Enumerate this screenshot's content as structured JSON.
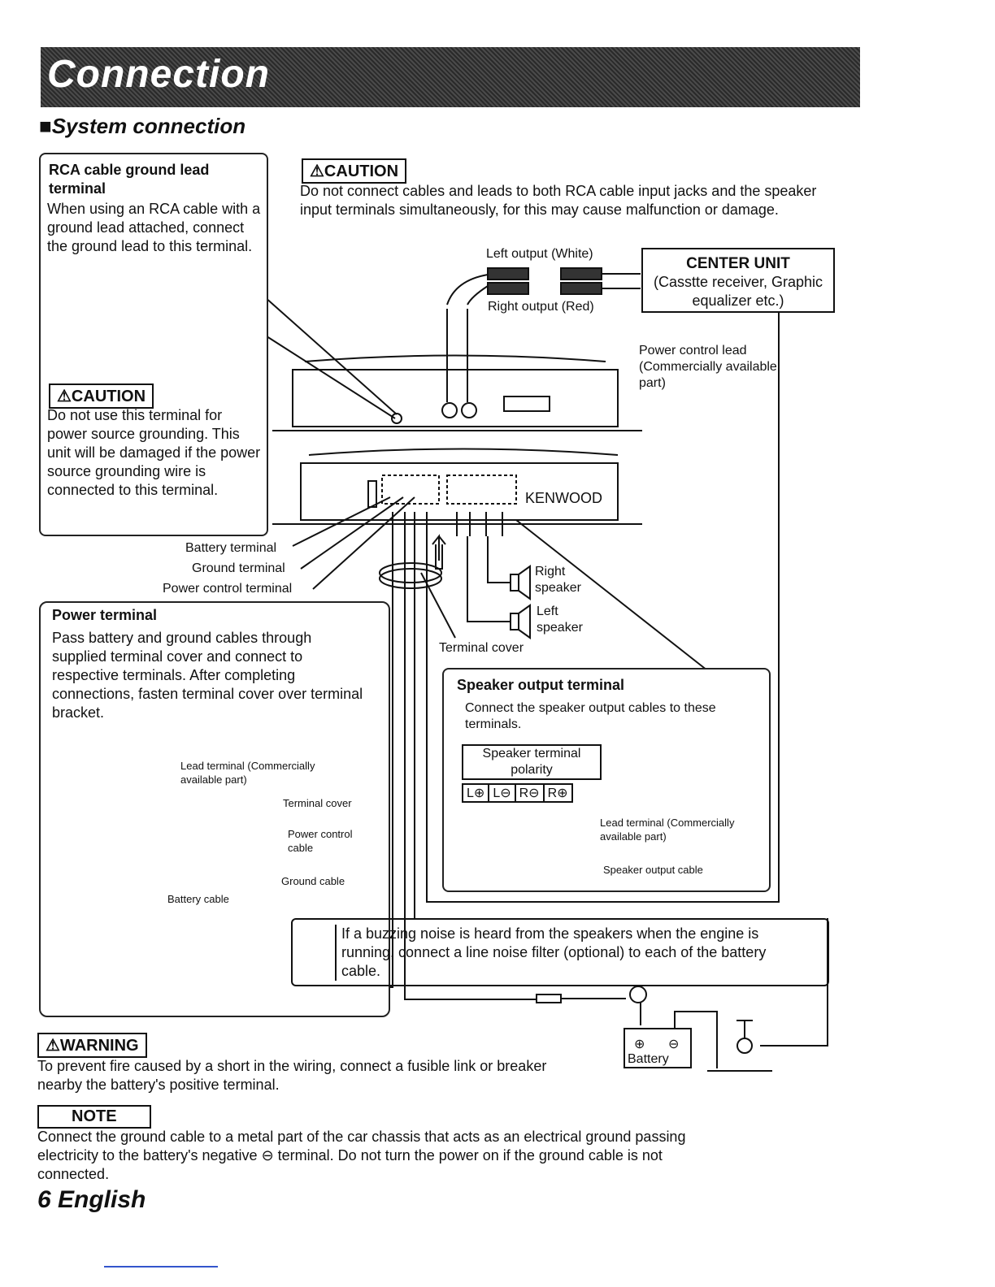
{
  "header": {
    "title": "Connection",
    "section": "■System connection"
  },
  "rca_box": {
    "title": "RCA cable ground lead terminal",
    "text": "When using an RCA cable with a ground lead attached, connect the ground lead to this terminal.",
    "caution_label": "⚠CAUTION",
    "caution_text": "Do not use this terminal for power source grounding. This unit will be damaged if the power source grounding wire is connected to this terminal."
  },
  "caution_main": {
    "label": "⚠CAUTION",
    "text": "Do not connect cables and leads to both RCA cable input jacks and the speaker input terminals simultaneously, for this may cause malfunction or damage."
  },
  "labels": {
    "left_output": "Left output (White)",
    "right_output": "Right output (Red)",
    "power_control_lead": "Power control lead (Commercially available part)",
    "brand": "KENWOOD",
    "battery_terminal": "Battery terminal",
    "ground_terminal": "Ground terminal",
    "power_control_terminal": "Power control terminal",
    "right_speaker": "Right speaker",
    "left_speaker": "Left speaker",
    "terminal_cover": "Terminal cover",
    "battery": "Battery",
    "plus": "⊕",
    "minus": "⊖"
  },
  "center_unit": {
    "title": "CENTER UNIT",
    "subtitle": "(Casstte receiver, Graphic equalizer etc.)"
  },
  "power_terminal": {
    "title": "Power terminal",
    "text": "Pass battery and ground cables through supplied terminal cover and connect to respective terminals. After completing connections, fasten terminal cover over terminal bracket.",
    "lead_terminal": "Lead terminal (Commercially available part)",
    "terminal_cover": "Terminal cover",
    "power_control_cable": "Power control cable",
    "ground_cable": "Ground cable",
    "battery_cable": "Battery cable"
  },
  "speaker_output": {
    "title": "Speaker output terminal",
    "text": "Connect the speaker output cables to these terminals.",
    "polarity_title": "Speaker terminal polarity",
    "polarity": [
      "L⊕",
      "L⊖",
      "R⊖",
      "R⊕"
    ],
    "lead_terminal": "Lead terminal (Commercially available part)",
    "output_cable": "Speaker output cable"
  },
  "noise_note": "If a buzzing noise is heard from the speakers when the engine is running, connect a line noise filter (optional) to each of the battery cable.",
  "warning": {
    "label": "⚠WARNING",
    "text": "To prevent fire caused by a short in the wiring, connect a fusible link or breaker nearby the battery's positive terminal."
  },
  "note": {
    "label": "NOTE",
    "text": "Connect the ground cable to a metal part of the car chassis that acts as an electrical ground passing electricity to the battery's negative ⊖ terminal. Do not turn the power on if the ground cable is not connected."
  },
  "footer": {
    "page": "6 English"
  }
}
